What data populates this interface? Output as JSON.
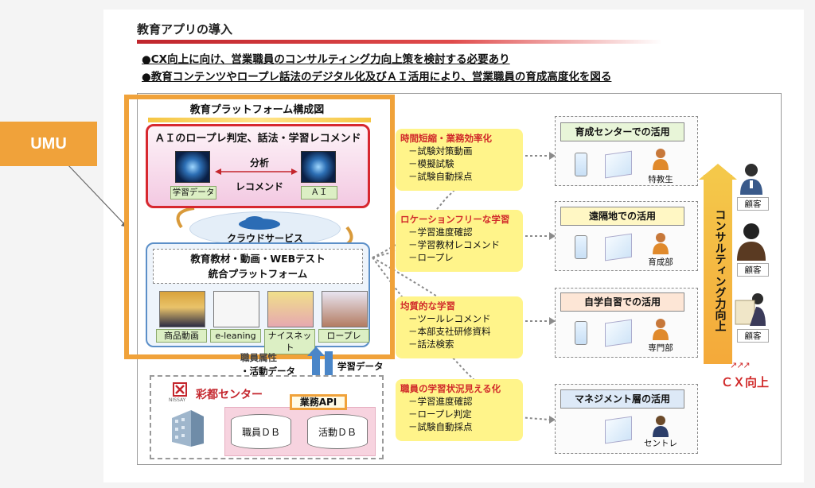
{
  "slide": {
    "title": "教育アプリの導入",
    "bullets": [
      "●CX向上に向け、営業職員のコンサルティング力向上策を検討する必要あり",
      "●教育コンテンツやロープレ話法のデジタル化及びＡＩ活用により、営業職員の育成高度化を図る"
    ]
  },
  "umu_tag": "UMU",
  "platform": {
    "title": "教育プラットフォーム構成図",
    "ai_box": {
      "title": "ＡＩのロープレ判定、話法・学習レコメンド",
      "left_label": "学習データ",
      "right_label": "ＡＩ",
      "analysis": "分析",
      "recommend": "レコメンド"
    },
    "cloud": "クラウドサービス",
    "integrated": {
      "line1": "教育教材・動画・WEBテスト",
      "line2": "統合プラットフォーム"
    },
    "contents": [
      "商品動画",
      "e-leaning",
      "ナイスネット",
      "ロープレ"
    ]
  },
  "data_flow": {
    "left_text_top": "職員属性",
    "left_text": "・活動データ",
    "right_text": "学習データ",
    "api": "業務API"
  },
  "saito_center": {
    "name": "彩都センター",
    "small": "NISSAY",
    "db": [
      "職員ＤＢ",
      "活動ＤＢ"
    ]
  },
  "benefits": [
    {
      "head": "時間短縮・業務効率化",
      "items": [
        "－試験対策動画",
        "－模擬試験",
        "－試験自動採点"
      ]
    },
    {
      "head": "ロケーションフリーな学習",
      "items": [
        "－学習進度確認",
        "－学習教材レコメンド",
        "－ロープレ"
      ]
    },
    {
      "head": "均質的な学習",
      "items": [
        "－ツールレコメンド",
        "－本部支社研修資料",
        "－話法検索"
      ]
    },
    {
      "head": "職員の学習状況見える化",
      "items": [
        "－学習進度確認",
        "－ロープレ判定",
        "－試験自動採点"
      ]
    }
  ],
  "uses": [
    {
      "title": "育成センターでの活用",
      "label": "特教生",
      "title_color": "#e8f5d8"
    },
    {
      "title": "遠隔地での活用",
      "label": "育成部",
      "title_color": "#fff7c4"
    },
    {
      "title": "自学自習での活用",
      "label": "専門部",
      "title_color": "#fde6d6"
    },
    {
      "title": "マネジメント層の活用",
      "label": "セントレ",
      "title_color": "#dde9f7"
    }
  ],
  "consulting": "コンサルティング力向上",
  "customers": [
    "顧客",
    "顧客",
    "顧客"
  ],
  "cx_up": "ＣＸ向上",
  "colors": {
    "accent_red": "#d12a2a",
    "umu_orange": "#f0a23a",
    "benefit_yellow": "#fff48a"
  }
}
